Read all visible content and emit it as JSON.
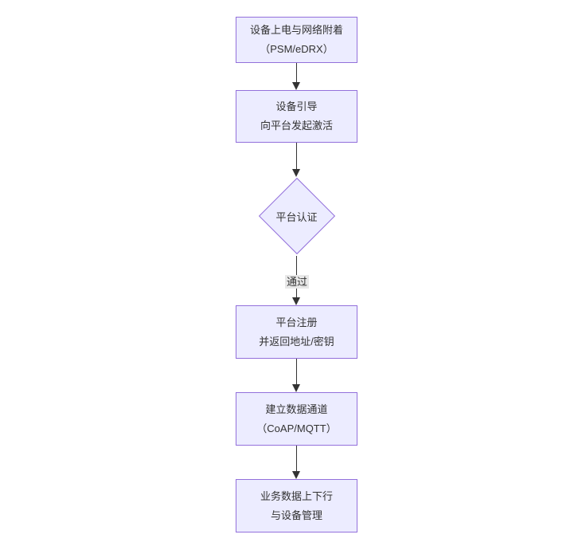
{
  "page": {
    "background": "#ffffff"
  },
  "theme": {
    "page_bg": "#ffffff",
    "node_fill": "#ECECFF",
    "node_border": "#9370DB",
    "edge_color": "#333333",
    "edge_label_bg": "#e8e8e8",
    "text_color": "#333333"
  },
  "flowchart": {
    "direction": "top-down",
    "nodes": [
      {
        "id": "power-attach",
        "type": "process",
        "line1": "设备上电与网络附着",
        "line2": "（PSM/eDRX）"
      },
      {
        "id": "bootstrap",
        "type": "process",
        "line1": "设备引导",
        "line2": "向平台发起激活"
      },
      {
        "id": "platform-auth",
        "type": "decision",
        "line1": "平台认证"
      },
      {
        "id": "register",
        "type": "process",
        "line1": "平台注册",
        "line2": "并返回地址/密钥"
      },
      {
        "id": "data-channel",
        "type": "process",
        "line1": "建立数据通道",
        "line2": "（CoAP/MQTT）"
      },
      {
        "id": "business",
        "type": "process",
        "line1": "业务数据上下行",
        "line2": "与设备管理"
      }
    ],
    "edges": [
      {
        "from": "power-attach",
        "to": "bootstrap",
        "label": ""
      },
      {
        "from": "bootstrap",
        "to": "platform-auth",
        "label": ""
      },
      {
        "from": "platform-auth",
        "to": "register",
        "label": "通过"
      },
      {
        "from": "register",
        "to": "data-channel",
        "label": ""
      },
      {
        "from": "data-channel",
        "to": "business",
        "label": ""
      }
    ]
  }
}
